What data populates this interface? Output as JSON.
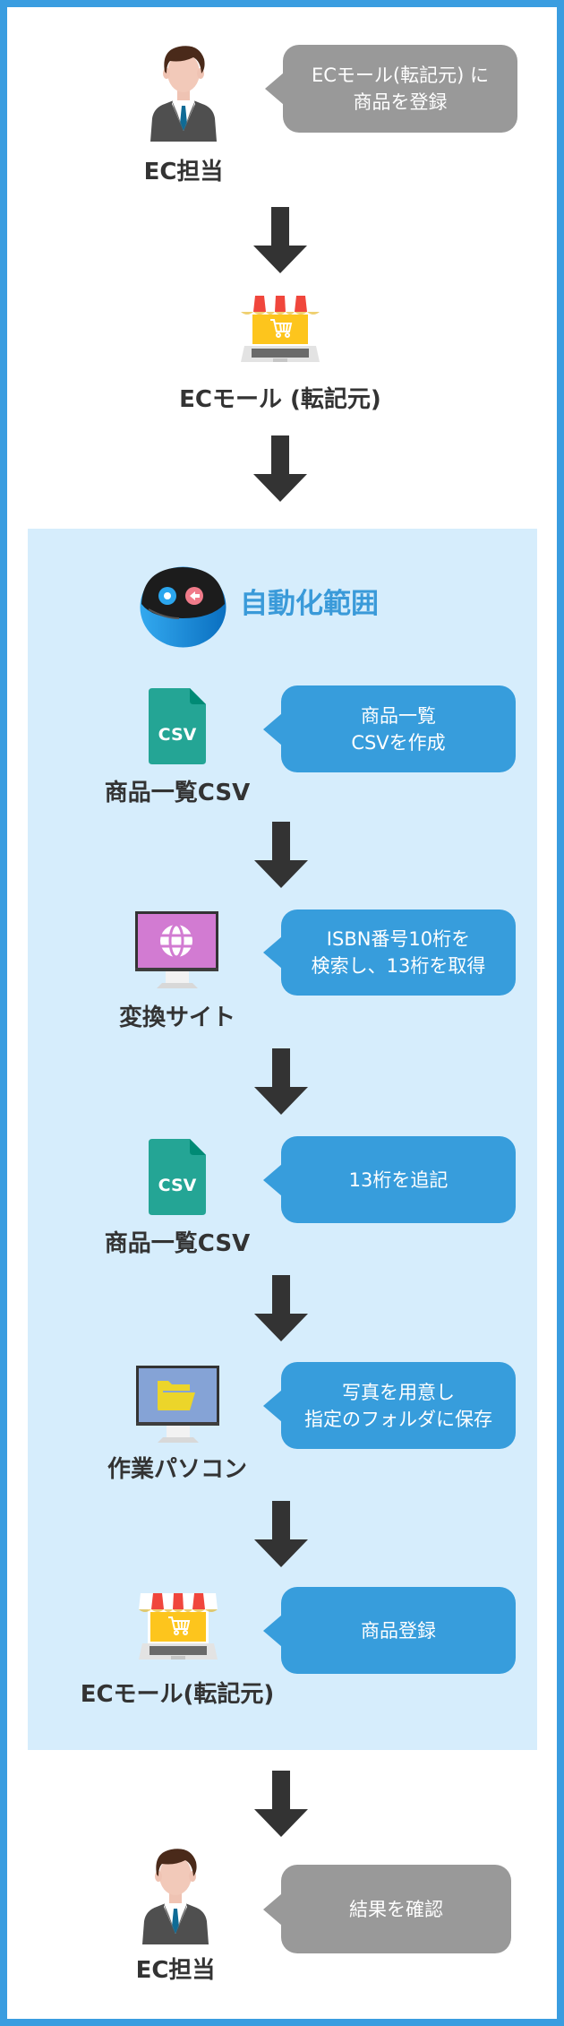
{
  "colors": {
    "frame_border": "#3a9de0",
    "automation_panel": "#d6edfc",
    "bubble_gray": "#999999",
    "bubble_blue": "#379ddc",
    "arrow": "#333333",
    "title_accent": "#3a9ad9"
  },
  "steps_before": [
    {
      "icon": "person-icon",
      "label": "EC担当",
      "bubble": "ECモール(転記元) に\n商品を登録"
    },
    {
      "icon": "online-store-icon",
      "label": "ECモール (転記元)"
    }
  ],
  "automation": {
    "icon": "robot-icon",
    "title": "自動化範囲",
    "steps": [
      {
        "icon": "csv-file-icon",
        "icon_text": "CSV",
        "label": "商品一覧CSV",
        "bubble": "商品一覧\nCSVを作成"
      },
      {
        "icon": "globe-monitor-icon",
        "label": "変換サイト",
        "bubble": "ISBN番号10桁を\n検索し、13桁を取得"
      },
      {
        "icon": "csv-file-icon",
        "icon_text": "CSV",
        "label": "商品一覧CSV",
        "bubble": "13桁を追記"
      },
      {
        "icon": "folder-monitor-icon",
        "label": "作業パソコン",
        "bubble": "写真を用意し\n指定のフォルダに保存"
      },
      {
        "icon": "online-store-icon",
        "label": "ECモール(転記元)",
        "bubble": "商品登録"
      }
    ]
  },
  "steps_after": [
    {
      "icon": "person-icon",
      "label": "EC担当",
      "bubble": "結果を確認"
    }
  ]
}
